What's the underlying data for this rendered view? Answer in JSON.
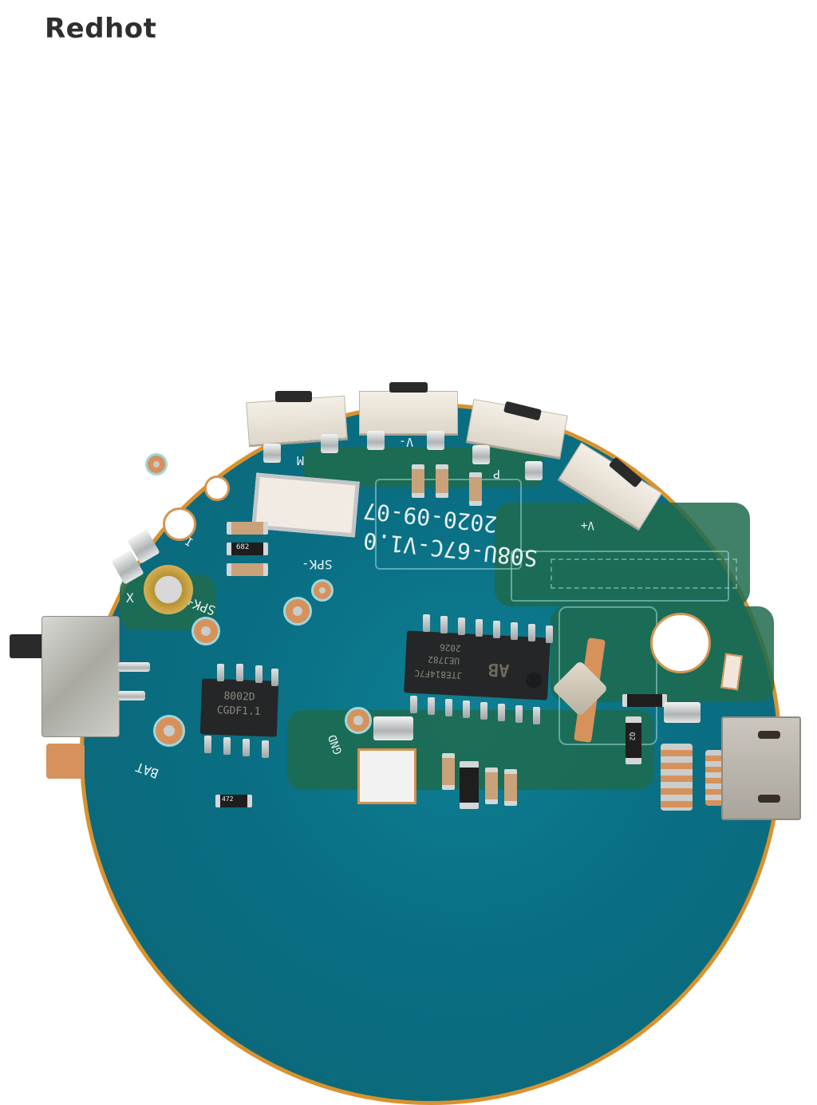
{
  "watermark": {
    "brand": "Redhot"
  },
  "image": {
    "subject": "circular blue PCB module with tactile buttons, slide switch, ICs and micro-USB port",
    "colors": {
      "background": "#ffffff",
      "board": "#0a6f84",
      "board_edge": "#d9922e",
      "silkscreen": "#e8f2f3",
      "copper_pad": "#d7915a",
      "brand_text": "#2e2e2e"
    }
  },
  "silkscreen": {
    "board_model": "S08U-67C-V1.0",
    "board_date": "2020-09-07",
    "label_m": "M",
    "label_v_minus": "V-",
    "label_p": "P",
    "label_v_plus": "V+",
    "label_spk_minus": "SPK-",
    "label_spk_plus": "SPK+",
    "label_bat": "BAT",
    "label_gnd": "GND",
    "label_x": "X",
    "label_i": "I"
  },
  "components": {
    "amp_chip_line1": "8002D",
    "amp_chip_line2": "CGDF1.1",
    "main_chip_logo": "AB",
    "main_chip_line1": "JTE814F7C",
    "main_chip_line2": "UEJ782",
    "main_chip_line3": "2026",
    "resistor_code": "682",
    "transistor_code": "Q2",
    "small_part_code": "472"
  }
}
